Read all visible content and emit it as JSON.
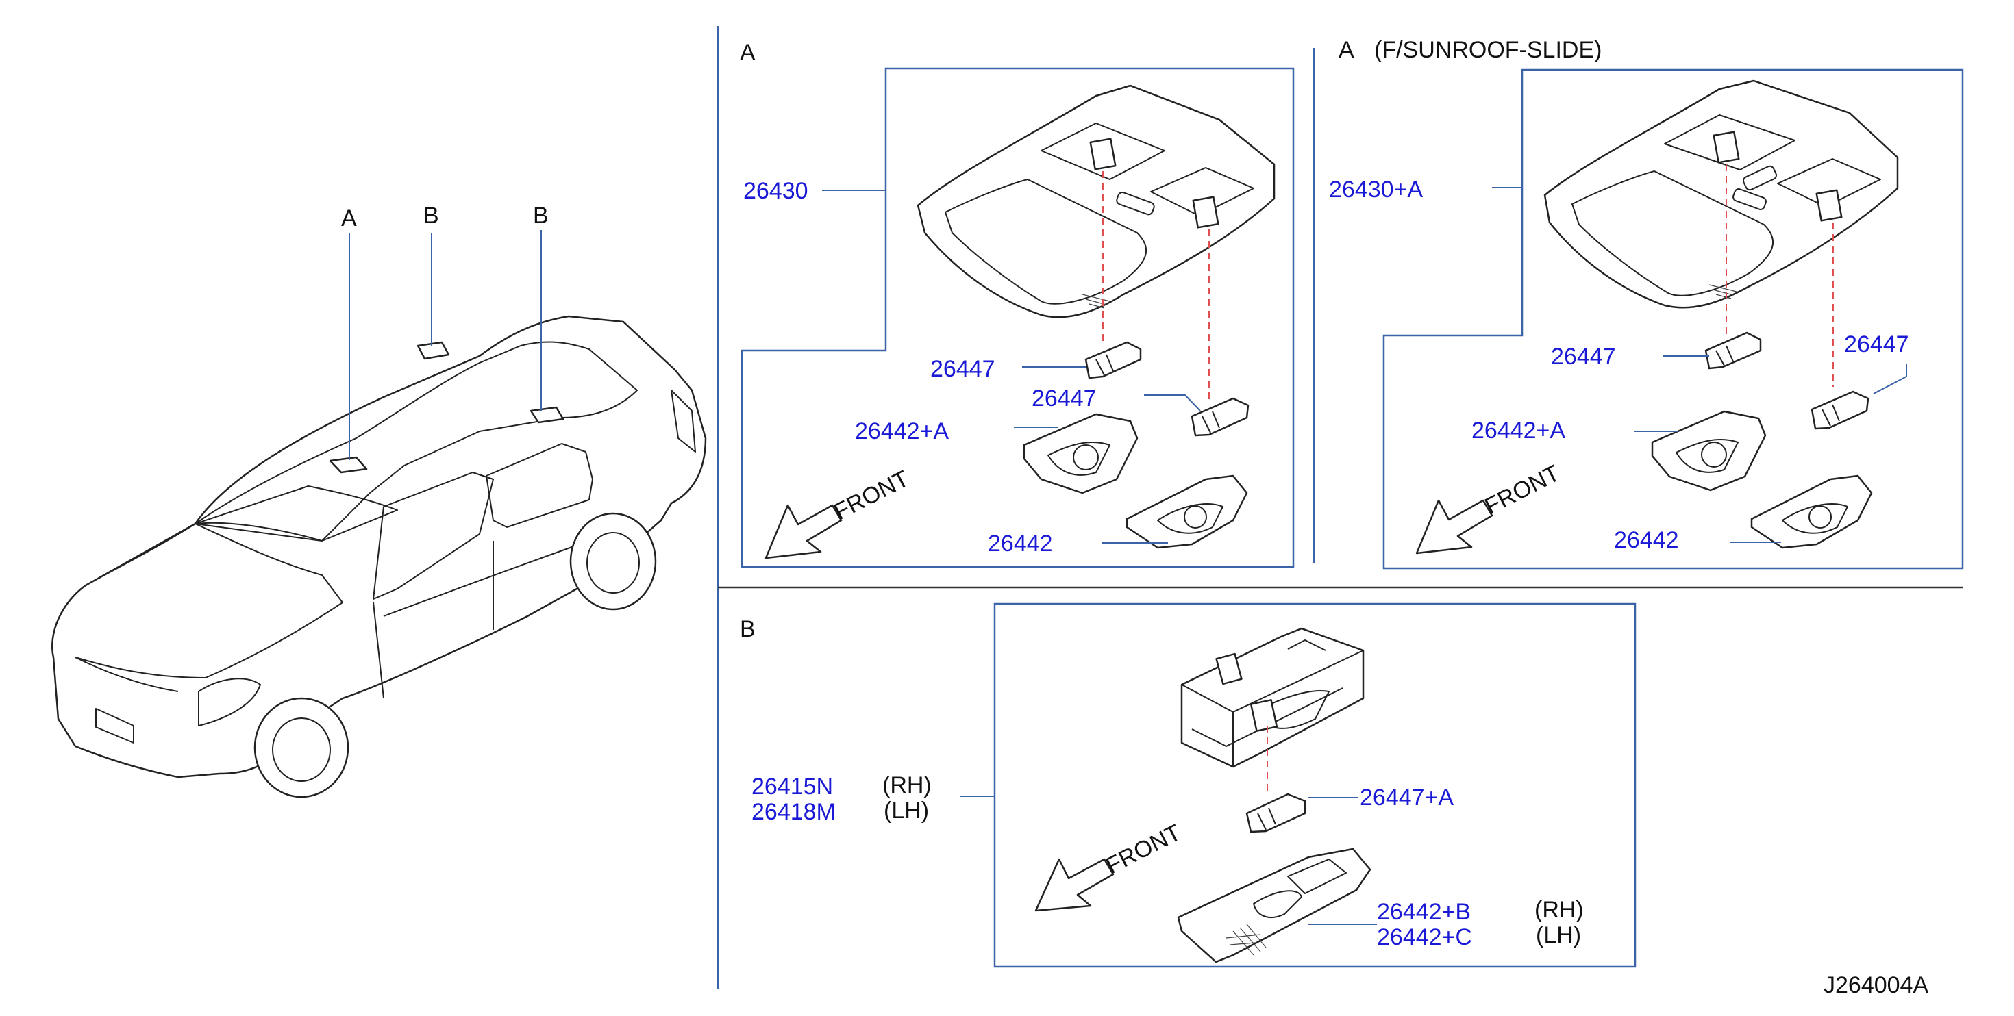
{
  "car_view": {
    "callouts": [
      "A",
      "B",
      "B"
    ]
  },
  "section_a": {
    "title": "A",
    "parts": {
      "lamp_housing": "26430",
      "bulb_upper": "26447",
      "bulb_lower": "26447",
      "lens_a": "26442+A",
      "lens": "26442"
    },
    "front_label": "FRONT"
  },
  "section_a_sunroof": {
    "title": "A",
    "variant": "(F/SUNROOF-SLIDE)",
    "parts": {
      "lamp_housing": "26430+A",
      "bulb_left": "26447",
      "bulb_right": "26447",
      "lens_a": "26442+A",
      "lens": "26442"
    },
    "front_label": "FRONT"
  },
  "section_b": {
    "title": "B",
    "parts": {
      "lamp_rh": "26415N",
      "lamp_rh_side": "(RH)",
      "lamp_lh": "26418M",
      "lamp_lh_side": "(LH)",
      "bulb": "26447+A",
      "lens_rh": "26442+B",
      "lens_rh_side": "(RH)",
      "lens_lh": "26442+C",
      "lens_lh_side": "(LH)"
    },
    "front_label": "FRONT"
  },
  "drawing_code": "J264004A",
  "colors": {
    "part_number": "#1a1ad6",
    "frame": "#3a63a8",
    "dashed_guide": "#e05050"
  }
}
